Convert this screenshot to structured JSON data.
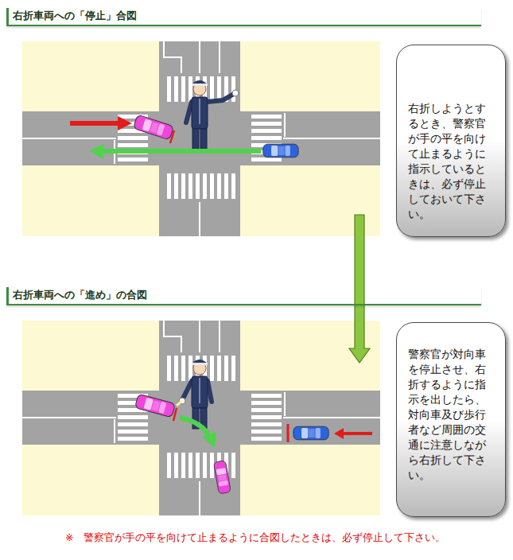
{
  "diagram": {
    "nodes": [
      {
        "text": [
          "右折しようとするとき、警察官が手の平を向けて止まるように指示しているときは、必ず停止しておいて下さい。"
        ]
      },
      {
        "text": [
          "警察官が対向車を停止させ、右折するように指示を出したら、対向車及び歩行者など周囲の交通に注意しながら右折して下さい。"
        ]
      }
    ],
    "labels": [
      "右折車両への「停止」合図",
      "右折車両への「進め」の合図",
      "※　警察官が手の平を向けて止まるように合図したときは、必ず停止して下さい。"
    ]
  }
}
